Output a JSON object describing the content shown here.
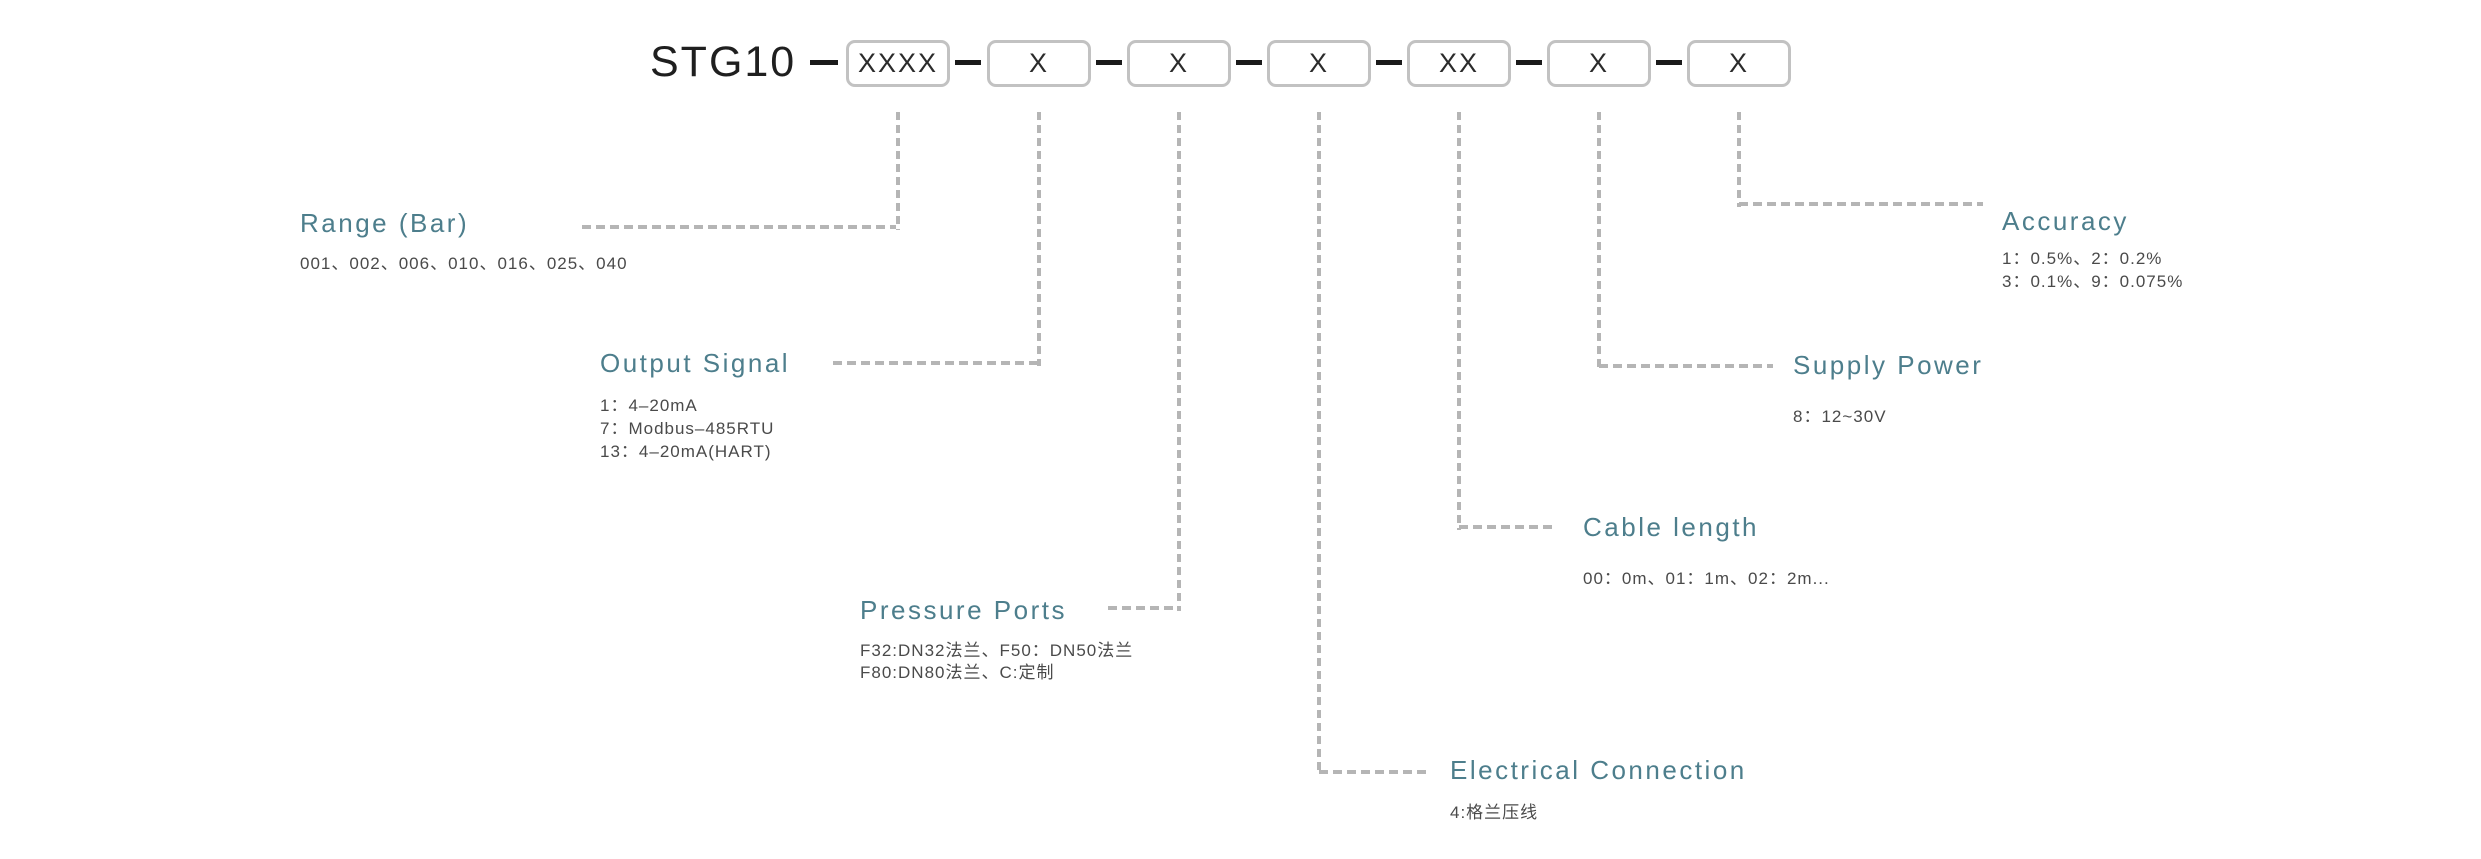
{
  "code": {
    "prefix": "STG10",
    "segments": [
      "XXXX",
      "X",
      "X",
      "X",
      "XX",
      "X",
      "X"
    ]
  },
  "fields": [
    {
      "key": "range",
      "title": "Range (Bar)",
      "lines": [
        "001、002、006、010、016、025、040"
      ]
    },
    {
      "key": "output-signal",
      "title": "Output Signal",
      "lines": [
        "1：4–20mA",
        "7：Modbus–485RTU",
        "13：4–20mA(HART)"
      ]
    },
    {
      "key": "pressure-ports",
      "title": "Pressure Ports",
      "lines": [
        "F32:DN32法兰、F50：DN50法兰",
        "F80:DN80法兰、C:定制"
      ]
    },
    {
      "key": "electrical-connection",
      "title": "Electrical Connection",
      "lines": [
        "4:格兰压线"
      ]
    },
    {
      "key": "cable-length",
      "title": "Cable length",
      "lines": [
        "00：0m、01：1m、02：2m..."
      ]
    },
    {
      "key": "supply-power",
      "title": "Supply Power",
      "lines": [
        "8：12~30V"
      ]
    },
    {
      "key": "accuracy",
      "title": "Accuracy",
      "lines": [
        "1：0.5%、2：0.2%",
        "3：0.1%、9：0.075%"
      ]
    }
  ],
  "colors": {
    "accent": "#4d7e8c",
    "value_text": "#4a4a4a",
    "code_text": "#1f1f1f",
    "box_border": "#c2c2c2",
    "dash_gray": "#b5b5b5",
    "separator_black": "#1a1a1a"
  }
}
